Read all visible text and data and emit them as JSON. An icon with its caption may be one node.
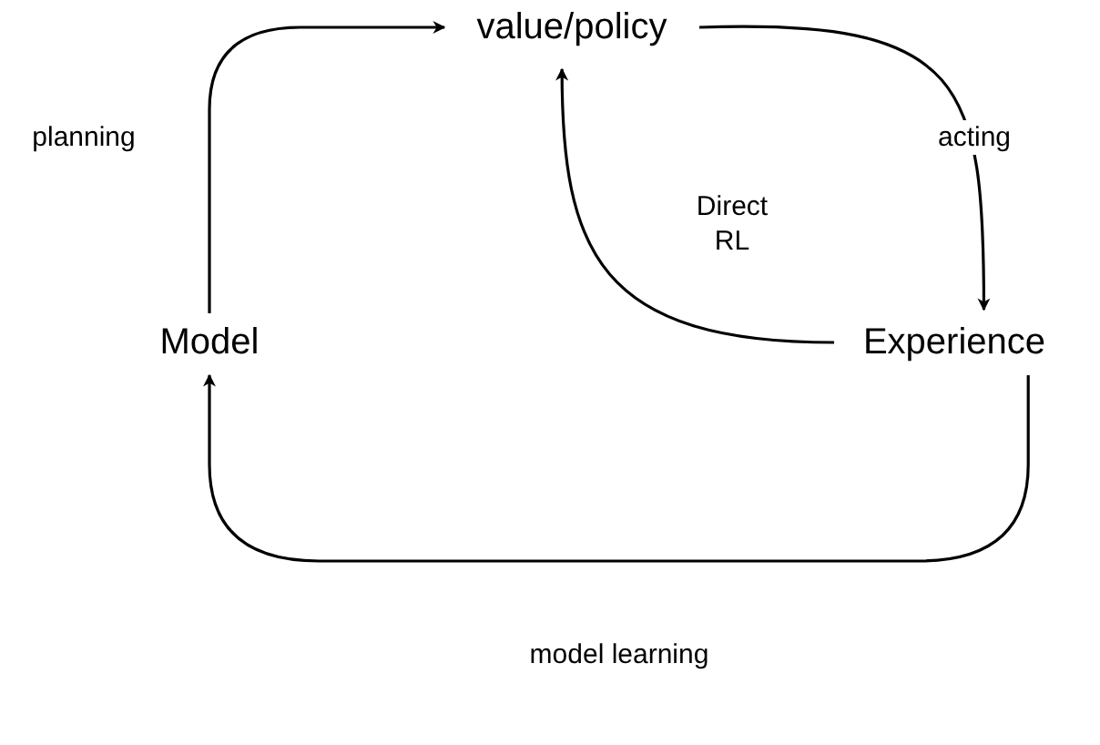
{
  "diagram": {
    "nodes": [
      {
        "text": [
          "value/policy"
        ]
      },
      {
        "text": [
          "Model"
        ]
      },
      {
        "text": [
          "Experience"
        ]
      }
    ],
    "edges": [
      {
        "from": 1,
        "to": 0,
        "arrow": "to",
        "label": "planning"
      },
      {
        "from": 0,
        "to": 2,
        "arrow": "to",
        "label": "acting"
      },
      {
        "from": 2,
        "to": 0,
        "arrow": "to",
        "label": "Direct RL"
      },
      {
        "from": 2,
        "to": 1,
        "arrow": "to",
        "label": "model learning"
      }
    ]
  }
}
